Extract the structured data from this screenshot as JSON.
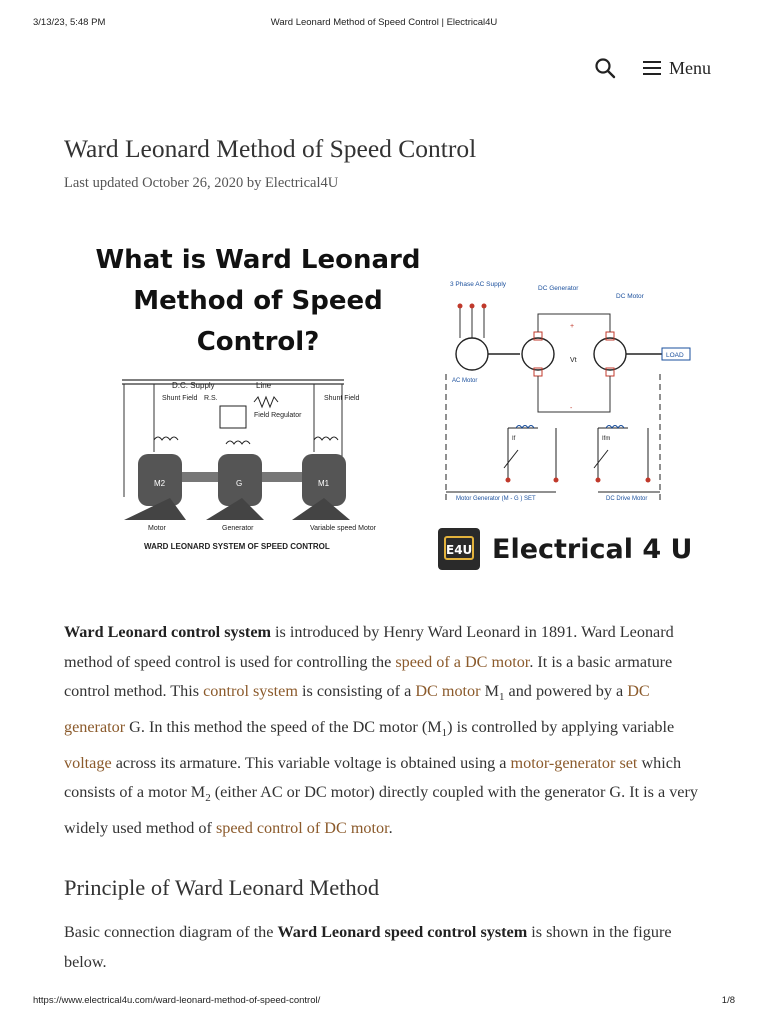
{
  "print_header": {
    "datetime": "3/13/23, 5:48 PM",
    "page_title": "Ward Leonard Method of Speed Control | Electrical4U"
  },
  "print_footer": {
    "url": "https://www.electrical4u.com/ward-leonard-method-of-speed-control/",
    "page": "1/8"
  },
  "topbar": {
    "search_icon": "search-icon",
    "menu_icon": "hamburger-icon",
    "menu_label": "Menu"
  },
  "article": {
    "title": "Ward Leonard Method of Speed Control",
    "meta": "Last updated October 26, 2020 by Electrical4U"
  },
  "featured_image": {
    "heading_lines": [
      "What is Ward Leonard",
      "Method of Speed",
      "Control?"
    ],
    "left_diagram": {
      "labels": {
        "dc_supply": "D.C. Supply",
        "line": "Line",
        "shunt_field_left": "Shunt Field",
        "rs": "R.S.",
        "field_regulator": "Field Regulator",
        "shunt_field_right": "Shunt Field",
        "m2": "M2",
        "g": "G",
        "m1": "M1",
        "motor": "Motor",
        "generator": "Generator",
        "variable_speed_motor": "Variable speed Motor"
      },
      "caption": "WARD LEONARD SYSTEM OF SPEED CONTROL"
    },
    "right_diagram": {
      "labels": {
        "supply": "3 Phase AC Supply",
        "dc_generator": "DC Generator",
        "dc_motor": "DC Motor",
        "load": "LOAD",
        "ac_motor": "AC Motor",
        "vt": "Vt",
        "plus": "+",
        "minus": "-",
        "ifg": "If",
        "ifm": "Ifm",
        "mg_set": "Motor Generator (M - G ) SET",
        "dc_drive_motor": "DC Drive Motor"
      }
    },
    "brand": {
      "logo_text": "E4U",
      "name": "Electrical 4 U"
    }
  },
  "body": {
    "p1": {
      "s1_bold": "Ward Leonard control system",
      "s2": " is introduced by Henry Ward Leonard in 1891. Ward Leonard method of speed control is used for controlling the ",
      "link1": "speed of a DC motor",
      "s3": ". It is a basic armature control method. This ",
      "link2": "control system",
      "s4": " is consisting of a ",
      "link3": "DC motor",
      "s5": " M",
      "sub1": "1",
      "s6": " and powered by a ",
      "link4": "DC generator",
      "s7": " G. In this method the speed of the DC motor (M",
      "sub2": "1",
      "s8": ") is controlled by applying variable ",
      "link5": "voltage",
      "s9": " across its armature. This variable voltage is obtained using a ",
      "link6": "motor-generator set",
      "s10": " which consists of a motor M",
      "sub3": "2",
      "s11": " (either AC or DC motor) directly coupled with the generator G. It is a very widely used method of ",
      "link7": "speed control of DC motor",
      "s12": "."
    },
    "h2": "Principle of Ward Leonard Method",
    "p2": {
      "s1": "Basic connection diagram of the ",
      "s2_bold": "Ward Leonard speed control system",
      "s3": " is shown in the figure below."
    }
  },
  "colors": {
    "link": "#8b5a2b",
    "text": "#333333",
    "brand_gold": "#e3b23c",
    "diagram_red": "#c0392b"
  }
}
